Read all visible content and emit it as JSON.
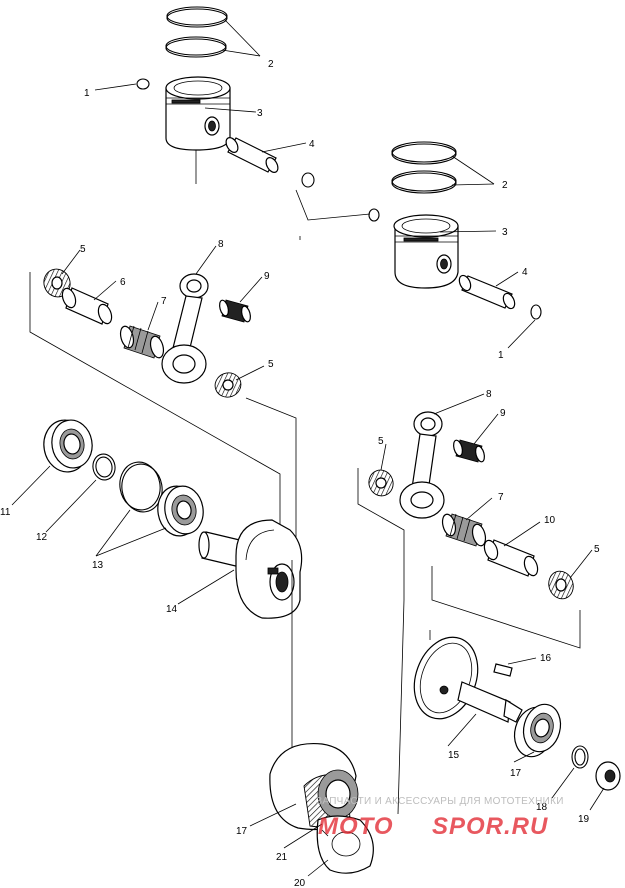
{
  "part_labels": [
    {
      "id": "p1a",
      "text": "1"
    },
    {
      "id": "p2a",
      "text": "2"
    },
    {
      "id": "p3a",
      "text": "3"
    },
    {
      "id": "p4a",
      "text": "4"
    },
    {
      "id": "p2b",
      "text": "2"
    },
    {
      "id": "p3b",
      "text": "3"
    },
    {
      "id": "p4b",
      "text": "4"
    },
    {
      "id": "p1b",
      "text": "1"
    },
    {
      "id": "p5a",
      "text": "5"
    },
    {
      "id": "p6a",
      "text": "6"
    },
    {
      "id": "p7a",
      "text": "7"
    },
    {
      "id": "p8a",
      "text": "8"
    },
    {
      "id": "p9a",
      "text": "9"
    },
    {
      "id": "p5b",
      "text": "5"
    },
    {
      "id": "p8b",
      "text": "8"
    },
    {
      "id": "p9b",
      "text": "9"
    },
    {
      "id": "p5c",
      "text": "5"
    },
    {
      "id": "p7b",
      "text": "7"
    },
    {
      "id": "p10",
      "text": "10"
    },
    {
      "id": "p5d",
      "text": "5"
    },
    {
      "id": "p11",
      "text": "11"
    },
    {
      "id": "p12",
      "text": "12"
    },
    {
      "id": "p13",
      "text": "13"
    },
    {
      "id": "p14",
      "text": "14"
    },
    {
      "id": "p16",
      "text": "16"
    },
    {
      "id": "p15",
      "text": "15"
    },
    {
      "id": "p17a",
      "text": "17"
    },
    {
      "id": "p18",
      "text": "18"
    },
    {
      "id": "p19",
      "text": "19"
    },
    {
      "id": "p17b",
      "text": "17"
    },
    {
      "id": "p21",
      "text": "21"
    },
    {
      "id": "p20",
      "text": "20"
    }
  ],
  "watermark": {
    "tagline": "ЗАПЧАСТИ И АКСЕССУАРЫ ДЛЯ МОТОТЕХНИКИ",
    "logo_left": "MOTO",
    "logo_right": "SPOR.RU",
    "logo_left_color": "#e0202a",
    "logo_right_color": "#e0202a"
  }
}
